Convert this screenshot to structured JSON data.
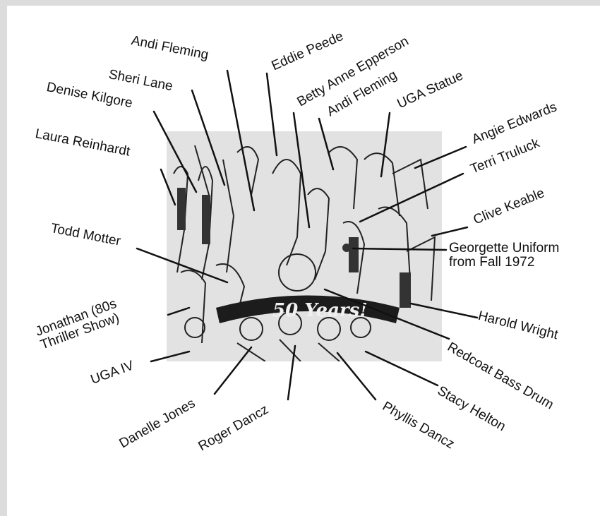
{
  "poster": {
    "banner_text": "50 Years!"
  },
  "labels": {
    "andi_fleming_1": "Andi Fleming",
    "eddie_peede": "Eddie Peede",
    "sheri_lane": "Sheri Lane",
    "betty_anne_epperson": "Betty Anne Epperson",
    "andi_fleming_2": "Andi Fleming",
    "denise_kilgore": "Denise Kilgore",
    "uga_statue": "UGA Statue",
    "angie_edwards": "Angie Edwards",
    "laura_reinhardt": "Laura Reinhardt",
    "terri_truluck": "Terri Truluck",
    "clive_keable": "Clive Keable",
    "todd_motter": "Todd Motter",
    "georgette_uniform_line1": "Georgette Uniform",
    "georgette_uniform_line2": "from Fall 1972",
    "harold_wright": "Harold Wright",
    "jonathan_line1": "Jonathan (80s",
    "jonathan_line2": "Thriller Show)",
    "redcoat_bass_drum": "Redcoat Bass Drum",
    "uga_iv": "UGA IV",
    "stacy_helton": "Stacy Helton",
    "danelle_jones": "Danelle Jones",
    "roger_dancz": "Roger Dancz",
    "phyllis_dancz": "Phyllis Dancz"
  }
}
